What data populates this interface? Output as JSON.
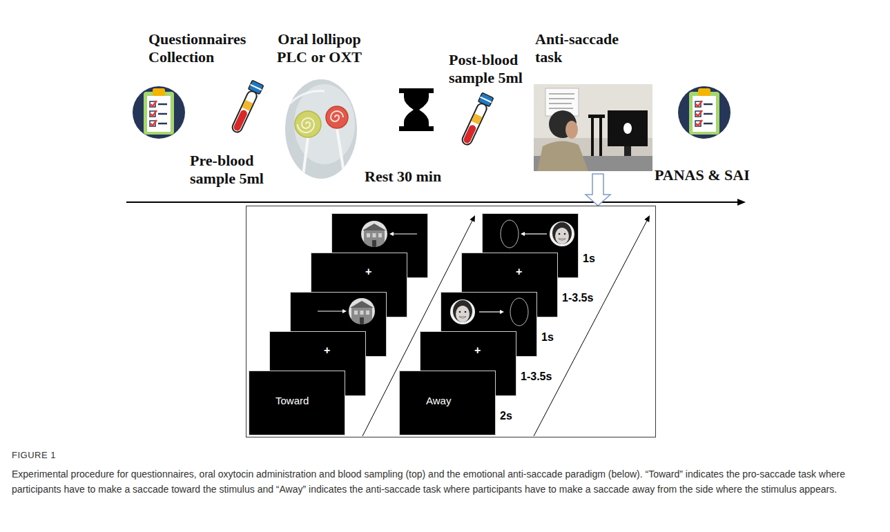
{
  "diagram": {
    "title": "FIGURE 1",
    "caption": "Experimental procedure for questionnaires, oral oxytocin administration and blood sampling (top) and the emotional anti-saccade paradigm (below). “Toward” indicates the pro-saccade task where participants have to make a saccade toward the stimulus and “Away” indicates the anti-saccade task where participants have to make a saccade away from the side where the stimulus appears.",
    "nodes": [
      {
        "text": [
          "1s",
          "1-3.5s",
          "1s",
          "1-3.5s",
          "2s"
        ]
      },
      {
        "text": [
          "Toward"
        ],
        "in": 0
      },
      {
        "text": [
          "+"
        ],
        "in": 0
      },
      {
        "text": [
          "+"
        ],
        "in": 0
      },
      {
        "text": [
          "Away"
        ],
        "in": 0
      },
      {
        "text": [
          "+"
        ],
        "in": 0
      },
      {
        "text": [
          "+"
        ],
        "in": 0
      }
    ],
    "labels": [
      "Questionnaires Collection",
      "Pre-blood sample 5ml",
      "Oral lollipop PLC or OXT",
      "Rest 30 min",
      "Post-blood sample 5ml",
      "Anti-saccade task",
      "PANAS & SAI"
    ]
  }
}
